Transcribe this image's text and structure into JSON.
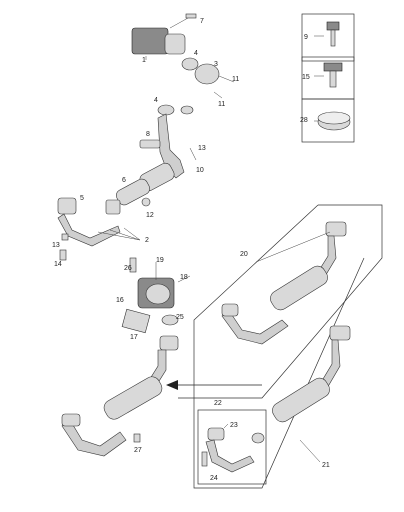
{
  "labels": {
    "l1": "1",
    "l2": "2",
    "l3": "3",
    "l4a": "4",
    "l4b": "4",
    "l5": "5",
    "l6": "6",
    "l7": "7",
    "l8": "8",
    "l9": "9",
    "l10": "10",
    "l11a": "11",
    "l11b": "11",
    "l12": "12",
    "l13a": "13",
    "l13b": "13",
    "l14": "14",
    "l15": "15",
    "l16": "16",
    "l17": "17",
    "l18": "18",
    "l19": "19",
    "l20": "20",
    "l21": "21",
    "l22": "22",
    "l23": "23",
    "l24": "24",
    "l25": "25",
    "l26": "26",
    "l27": "27",
    "l28": "28"
  }
}
